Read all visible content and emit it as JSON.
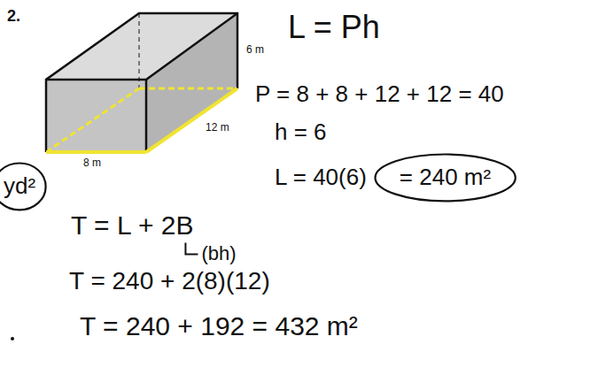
{
  "diagram": {
    "nodes": [
      {
        "text": [
          "yd²"
        ]
      },
      {
        "text": [
          "= 240 m²"
        ]
      }
    ],
    "labels": [
      "2.",
      "6 m",
      "12 m",
      "8 m",
      "L = Ph",
      "P = 8 + 8 + 12 + 12 = 40",
      "h = 6",
      "L = 40(6)",
      "T = L + 2B",
      "(bh)",
      "T = 240 + 2(8)(12)",
      "T = 240 + 192 = 432 m²"
    ]
  }
}
